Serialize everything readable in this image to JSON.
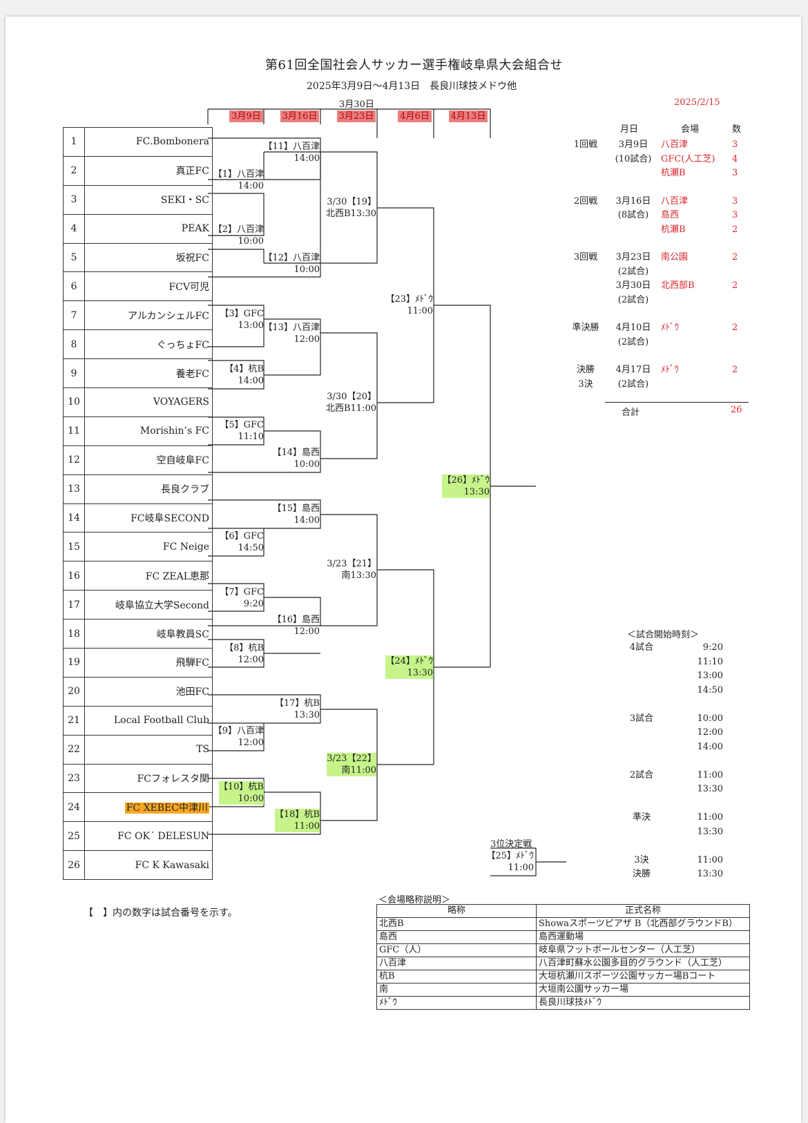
{
  "title": "第61回全国社会人サッカー選手権岐阜県大会組合せ",
  "subtitle": "2025年3月9日～4月13日　長良川球技メドウ他",
  "doc_date": "2025/2/15",
  "round_header_top": "3月30日",
  "round_headers": [
    "3月9日",
    "3月16日",
    "3月23日",
    "4月6日",
    "4月13日"
  ],
  "teams": [
    {
      "no": "1",
      "name": "FC.Bombonera"
    },
    {
      "no": "2",
      "name": "真正FC"
    },
    {
      "no": "3",
      "name": "SEKI・SC"
    },
    {
      "no": "4",
      "name": "PEAK"
    },
    {
      "no": "5",
      "name": "坂祝FC"
    },
    {
      "no": "6",
      "name": "FCV可児"
    },
    {
      "no": "7",
      "name": "アルカンシェルFC"
    },
    {
      "no": "8",
      "name": "ぐっちょFC"
    },
    {
      "no": "9",
      "name": "養老FC"
    },
    {
      "no": "10",
      "name": "VOYAGERS"
    },
    {
      "no": "11",
      "name": "Morishin’s FC"
    },
    {
      "no": "12",
      "name": "空自岐阜FC"
    },
    {
      "no": "13",
      "name": "長良クラブ"
    },
    {
      "no": "14",
      "name": "FC岐阜SECOND"
    },
    {
      "no": "15",
      "name": "FC Neige"
    },
    {
      "no": "16",
      "name": "FC ZEAL恵那"
    },
    {
      "no": "17",
      "name": "岐阜協立大学Second"
    },
    {
      "no": "18",
      "name": "岐阜教員SC"
    },
    {
      "no": "19",
      "name": "飛騨FC"
    },
    {
      "no": "20",
      "name": "池田FC"
    },
    {
      "no": "21",
      "name": "Local Football Club"
    },
    {
      "no": "22",
      "name": "TS"
    },
    {
      "no": "23",
      "name": "FCフォレスタ関"
    },
    {
      "no": "24",
      "name": "FC XEBEC中津川"
    },
    {
      "no": "25",
      "name": "FC OK´ DELESUN"
    },
    {
      "no": "26",
      "name": "FC K Kawasaki"
    }
  ],
  "matches": {
    "m1": {
      "label": "【1】八百津",
      "time": "14:00"
    },
    "m2": {
      "label": "【2】八百津",
      "time": "10:00"
    },
    "m3": {
      "label": "【3】GFC",
      "time": "13:00"
    },
    "m4": {
      "label": "【4】杭B",
      "time": "14:00"
    },
    "m5": {
      "label": "【5】GFC",
      "time": "11:10"
    },
    "m6": {
      "label": "【6】GFC",
      "time": "14:50"
    },
    "m7": {
      "label": "【7】GFC",
      "time": "9:20"
    },
    "m8": {
      "label": "【8】杭B",
      "time": "12:00"
    },
    "m9": {
      "label": "【9】八百津",
      "time": "12:00"
    },
    "m10": {
      "label": "【10】杭B",
      "time": "10:00"
    },
    "m11": {
      "label": "【11】八百津",
      "time": "14:00"
    },
    "m12": {
      "label": "【12】八百津",
      "time": "10:00"
    },
    "m13": {
      "label": "【13】八百津",
      "time": "12:00"
    },
    "m14": {
      "label": "【14】島西",
      "time": "10:00"
    },
    "m15": {
      "label": "【15】島西",
      "time": "14:00"
    },
    "m16": {
      "label": "【16】島西",
      "time": "12:00"
    },
    "m17": {
      "label": "【17】杭B",
      "time": "13:30"
    },
    "m18": {
      "label": "【18】杭B",
      "time": "11:00"
    },
    "m19": {
      "label": "3/30【19】",
      "time": "北西B13:30"
    },
    "m20": {
      "label": "3/30【20】",
      "time": "北西B11:00"
    },
    "m21": {
      "label": "3/23【21】",
      "time": "南13:30"
    },
    "m22": {
      "label": "3/23【22】",
      "time": "南11:00"
    },
    "m23": {
      "label": "【23】ﾒﾄﾞｳ",
      "time": "11:00"
    },
    "m24": {
      "label": "【24】ﾒﾄﾞｳ",
      "time": "13:30"
    },
    "m26": {
      "label": "【26】ﾒﾄﾞｳ",
      "time": "13:30"
    },
    "m25": {
      "title": "3位決定戦",
      "label": "【25】ﾒﾄﾞｳ",
      "time": "11:00"
    }
  },
  "schedule": {
    "headers": {
      "date": "月日",
      "venue": "会場",
      "count": "数"
    },
    "rows": [
      {
        "round": "1回戦",
        "date": "3月9日",
        "venue": "八百津",
        "count": "3"
      },
      {
        "round": "",
        "date": "(10試合)",
        "venue": "GFC(人工芝)",
        "count": "4"
      },
      {
        "round": "",
        "date": "",
        "venue": "杭瀬B",
        "count": "3"
      },
      {
        "round": "2回戦",
        "date": "3月16日",
        "venue": "八百津",
        "count": "3"
      },
      {
        "round": "",
        "date": "(8試合)",
        "venue": "島西",
        "count": "3"
      },
      {
        "round": "",
        "date": "",
        "venue": "杭瀬B",
        "count": "2"
      },
      {
        "round": "3回戦",
        "date": "3月23日",
        "venue": "南公園",
        "count": "2"
      },
      {
        "round": "",
        "date": "(2試合)",
        "venue": "",
        "count": ""
      },
      {
        "round": "",
        "date": "3月30日",
        "venue": "北西部B",
        "count": "2"
      },
      {
        "round": "",
        "date": "(2試合)",
        "venue": "",
        "count": ""
      },
      {
        "round": "準決勝",
        "date": "4月10日",
        "venue": "ﾒﾄﾞｳ",
        "count": "2"
      },
      {
        "round": "",
        "date": "(2試合)",
        "venue": "",
        "count": ""
      },
      {
        "round": "決勝",
        "date": "4月17日",
        "venue": "ﾒﾄﾞｳ",
        "count": "2"
      },
      {
        "round": "3決",
        "date": "(2試合)",
        "venue": "",
        "count": ""
      }
    ],
    "total_label": "合計",
    "total_value": "26"
  },
  "kickoff": {
    "title": "＜試合開始時刻＞",
    "groups": [
      {
        "label": "4試合",
        "times": [
          "9:20",
          "11:10",
          "13:00",
          "14:50"
        ]
      },
      {
        "label": "3試合",
        "times": [
          "10:00",
          "12:00",
          "14:00"
        ]
      },
      {
        "label": "2試合",
        "times": [
          "11:00",
          "13:30"
        ]
      },
      {
        "label": "準決",
        "times": [
          "11:00",
          "13:30"
        ]
      },
      {
        "label": "3決",
        "times": [
          "11:00"
        ]
      },
      {
        "label": "決勝",
        "times": [
          "13:30"
        ]
      }
    ]
  },
  "note": "【　】内の数字は試合番号を示す。",
  "venues": {
    "title": "＜会場略称説明＞",
    "headers": [
      "略称",
      "正式名称"
    ],
    "rows": [
      {
        "abbr": "北西B",
        "full": "Showaスポーツピアザ B（北西部グラウンドB）"
      },
      {
        "abbr": "島西",
        "full": "島西運動場"
      },
      {
        "abbr": "GFC（人）",
        "full": "岐阜県フットボールセンター（人工芝）"
      },
      {
        "abbr": "八百津",
        "full": "八百津町蘇水公園多目的グラウンド（人工芝）"
      },
      {
        "abbr": "杭B",
        "full": "大垣杭瀬川スポーツ公園サッカー場Bコート"
      },
      {
        "abbr": "南",
        "full": "大垣南公園サッカー場"
      },
      {
        "abbr": "ﾒﾄﾞｳ",
        "full": "長良川球技ﾒﾄﾞｳ"
      }
    ]
  }
}
